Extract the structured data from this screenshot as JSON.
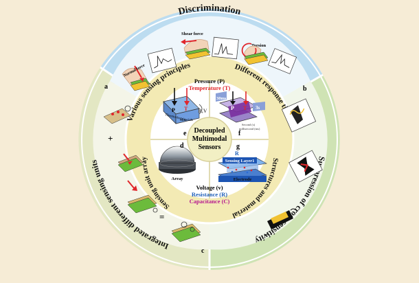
{
  "center": {
    "line1": "Decoupled",
    "line2": "Multimodal",
    "line3": "Sensors"
  },
  "outer": {
    "discrimination": "Discrimination",
    "suppression": "Suppression of cross-sensitivity",
    "integrated": "Integrated different sensing units"
  },
  "inner": {
    "principles": "Various sensing principles",
    "response": "Different response times",
    "structures": "Structures and materials",
    "array": "Sensing unit array"
  },
  "core": {
    "pressure": "Pressure (P)",
    "temperature": "Temperature (T)",
    "voltage": "Voltage (v)",
    "resistance": "Resistance (R)",
    "capacitance": "Capacitance (C)",
    "array_label": "Array",
    "thermo": "Thermoelectric",
    "materials": "Materials",
    "rv": "R,V",
    "p": "P",
    "t": "T",
    "r": "R",
    "ms30": "30ms",
    "s3": "3s",
    "second": "Second (s)",
    "millisecond": "millisecond (ms)",
    "layer": "Sensing Layer1",
    "electrode": "Electrode"
  },
  "letters": {
    "a": "a",
    "b": "b",
    "c": "c",
    "d": "d",
    "e": "e",
    "f": "f",
    "g": "g"
  },
  "panel": {
    "normal_force": "Normal force",
    "shear_force": "Shear force",
    "torsion": "Torsion",
    "plus": "+",
    "equals": "="
  },
  "colors": {
    "bg": "#f6ecd6",
    "blue_ring": "#bcdcf0",
    "green_ring": "#cfe3b4",
    "olive_ring": "#e3e7c3",
    "inner_ring": "#f3eab4",
    "center": "#f2efc4",
    "red": "#e0262b",
    "blue": "#1f5fb8",
    "magenta": "#b5178f"
  }
}
